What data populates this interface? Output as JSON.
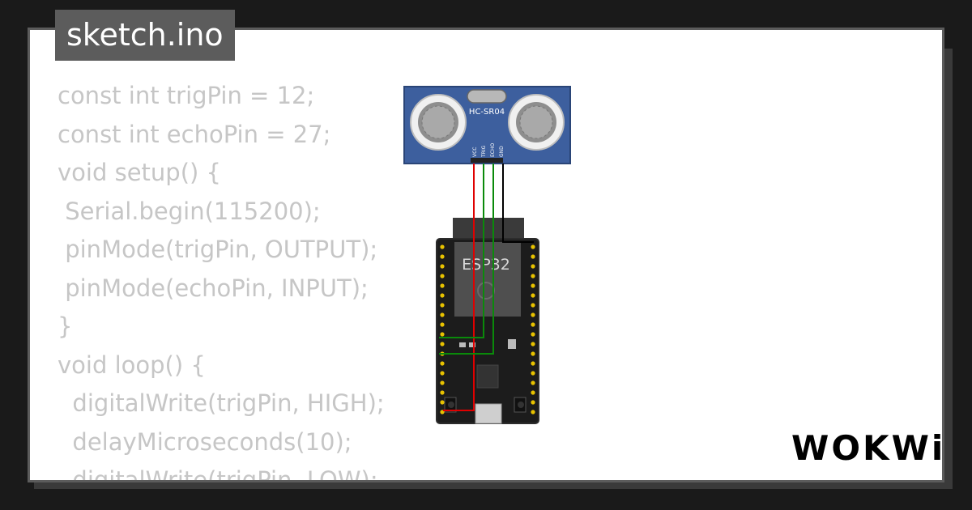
{
  "file_tab": {
    "label": "sketch.ino"
  },
  "code_lines": [
    "const int trigPin = 12;",
    "const int echoPin = 27;",
    "void setup() {",
    " Serial.begin(115200);",
    " pinMode(trigPin, OUTPUT);",
    " pinMode(echoPin, INPUT);",
    "}",
    "void loop() {",
    "  digitalWrite(trigPin, HIGH);",
    "  delayMicroseconds(10);",
    "  digitalWrite(trigPin, LOW);"
  ],
  "sensor": {
    "name": "HC-SR04",
    "pins": [
      "VCC",
      "TRIG",
      "ECHO",
      "GND"
    ]
  },
  "board": {
    "name": "ESP32"
  },
  "brand": {
    "logo": "WOKWi"
  },
  "colors": {
    "background": "#1a1a1a",
    "card": "#ffffff",
    "tab": "#5c5c5c",
    "code_text": "#c6c6c6",
    "sensor_blue": "#3d5f9e",
    "wire_red": "#e00000",
    "wire_green": "#0a8a0a",
    "wire_black": "#000000"
  }
}
